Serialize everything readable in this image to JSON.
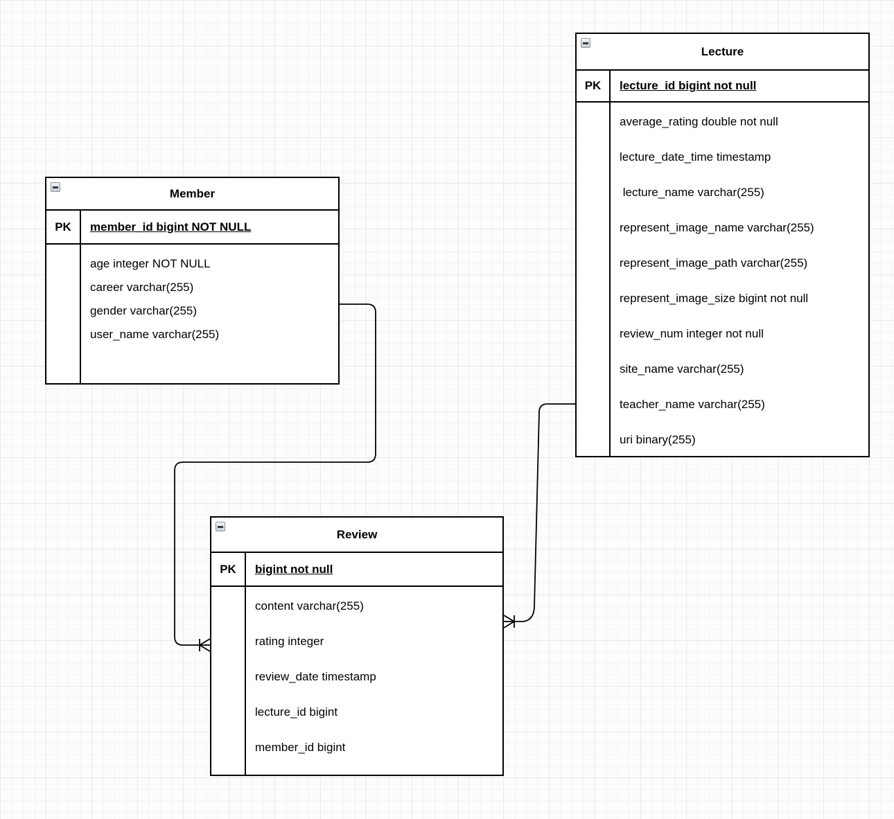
{
  "diagram": {
    "type": "entity-relationship",
    "tables": {
      "member": {
        "title": "Member",
        "pk_label": "PK",
        "pk_field": "member_id bigint NOT NULL",
        "fields": [
          "age integer NOT NULL",
          "career varchar(255)",
          "gender varchar(255)",
          "user_name varchar(255)"
        ]
      },
      "lecture": {
        "title": "Lecture",
        "pk_label": "PK",
        "pk_field": "lecture_id bigint not null",
        "fields": [
          "average_rating double not null",
          "lecture_date_time timestamp",
          " lecture_name varchar(255)",
          "represent_image_name varchar(255)",
          "represent_image_path varchar(255)",
          "represent_image_size bigint not null",
          "review_num integer not null",
          "site_name varchar(255)",
          "teacher_name varchar(255)",
          "uri binary(255)"
        ]
      },
      "review": {
        "title": "Review",
        "pk_label": "PK",
        "pk_field": "bigint not null",
        "fields": [
          "content varchar(255)",
          "rating integer",
          "review_date timestamp",
          "lecture_id bigint",
          "member_id bigint"
        ]
      }
    },
    "relationships": [
      {
        "from": "Member",
        "to": "Review",
        "marker_at_review": "crows-foot-many"
      },
      {
        "from": "Lecture",
        "to": "Review",
        "marker_at_review": "crows-foot-many"
      }
    ],
    "colors": {
      "line": "#000000",
      "table_bg": "#ffffff",
      "canvas_bg": "#fcfcfc",
      "grid_minor": "#f5f2f2",
      "grid_major": "#e9e9e9"
    }
  }
}
